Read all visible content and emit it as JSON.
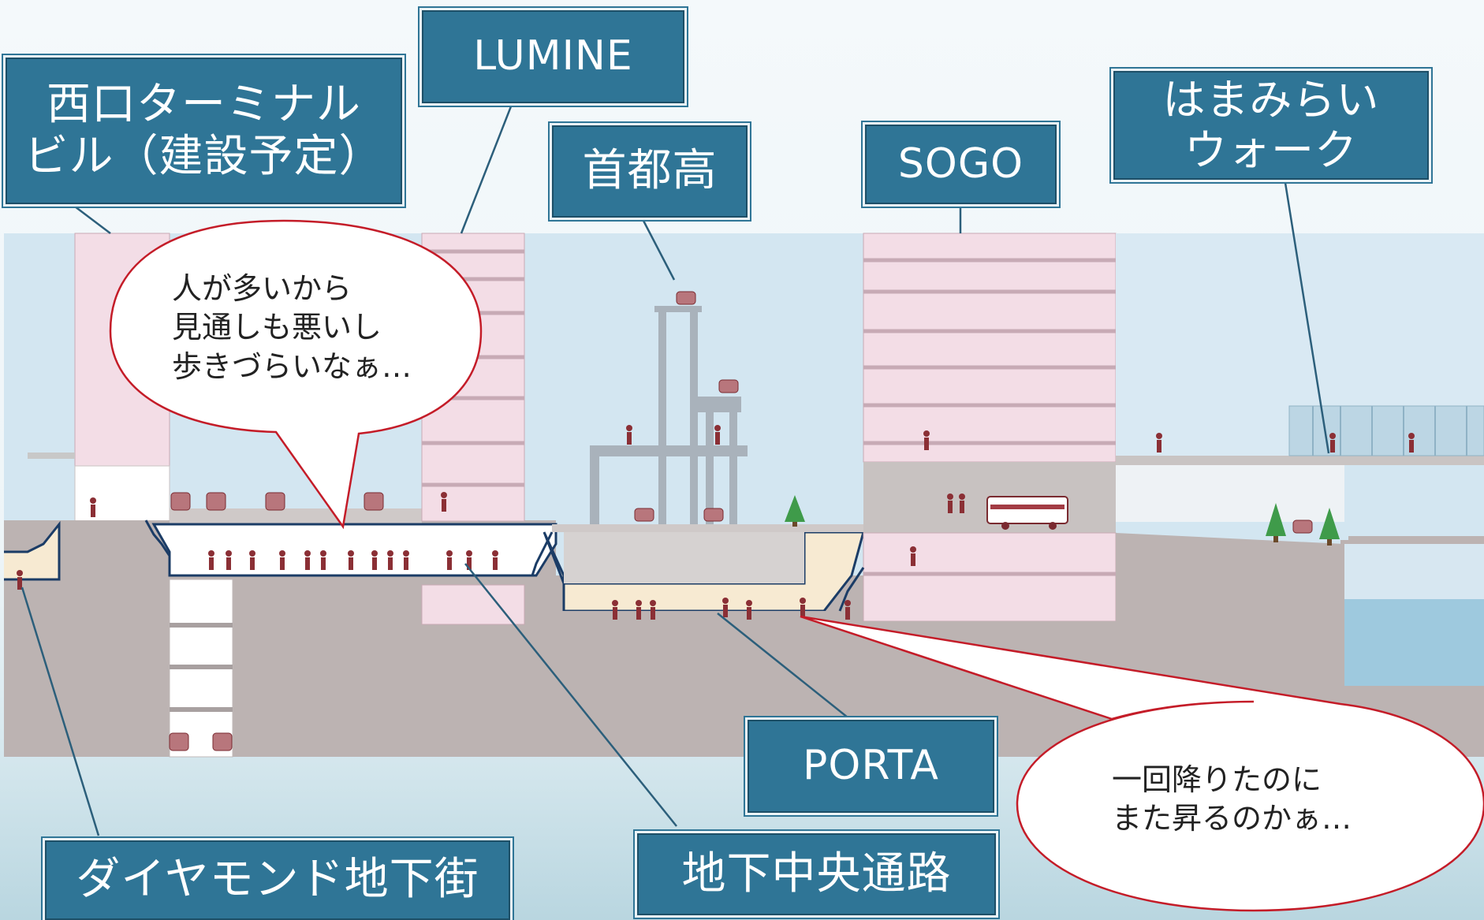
{
  "labels": {
    "nishi_terminal": "西口ターミナル\nビル（建設予定）",
    "lumine": "LUMINE",
    "shutoko": "首都高",
    "sogo": "SOGO",
    "hamamirai": "はまみらい\nウォーク",
    "porta": "PORTA",
    "diamond": "ダイヤモンド地下街",
    "chika_chuo": "地下中央通路"
  },
  "bubbles": {
    "crowded": "人が多いから\n見通しも悪いし\n歩きづらいなぁ…",
    "climb_again": "一回降りたのに\nまた昇るのかぁ…"
  },
  "colors": {
    "label_fill": "#2f7596",
    "building_pink": "#f3dde6",
    "sky_blue": "#d3e6f1",
    "ground_gray": "#bcb3b2",
    "passage_cream": "#f7ead2",
    "figure": "#8b2f35",
    "bubble_stroke": "#c41c28"
  },
  "icons": [
    "pedestrian-icon",
    "car-icon",
    "bus-icon",
    "tree-icon"
  ]
}
